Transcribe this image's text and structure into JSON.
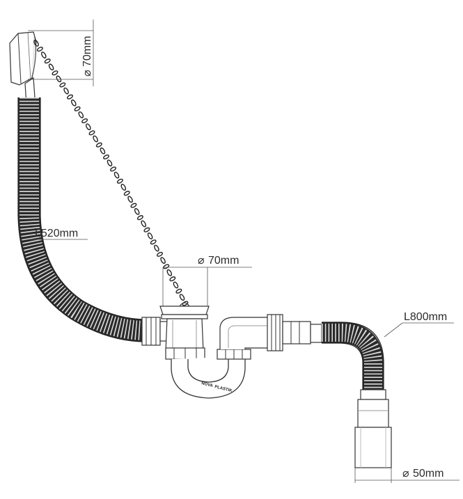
{
  "dimensions": {
    "overflow_diameter": {
      "symbol": "⌀",
      "value": "70mm"
    },
    "drain_diameter": {
      "symbol": "⌀",
      "value": "70mm"
    },
    "hose_left_length": "L520mm",
    "hose_right_length": "L800mm",
    "outlet_diameter": {
      "symbol": "⌀",
      "value": "50mm"
    }
  },
  "trap_brand": {
    "name": "NOVA",
    "sub": "PLASTIK"
  },
  "colors": {
    "line": "#333333",
    "hose_dark": "#2a2a2a",
    "hose_light": "#dcdcdc"
  }
}
